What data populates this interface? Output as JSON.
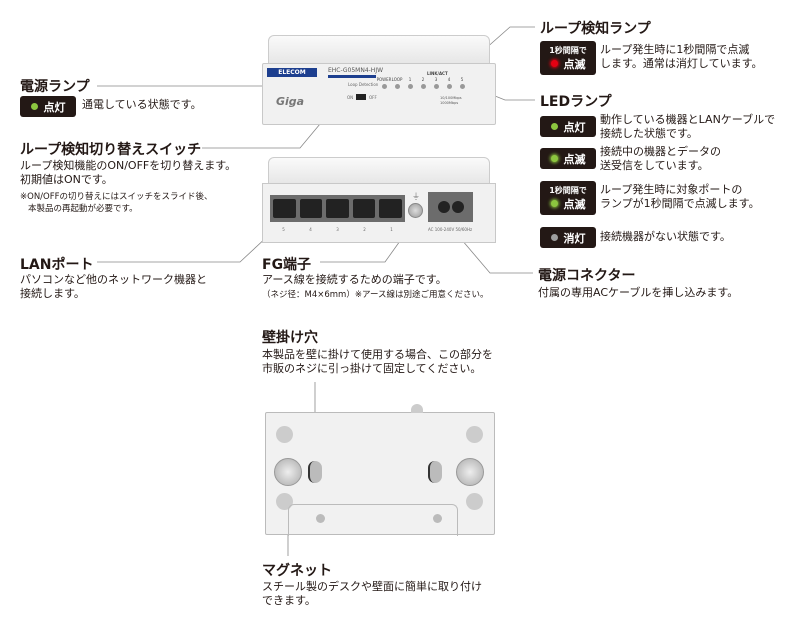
{
  "power_lamp": {
    "title": "電源ランプ",
    "badge": "点灯",
    "desc": "通電している状態です。"
  },
  "loop_switch": {
    "title": "ループ検知切り替えスイッチ",
    "desc": [
      "ループ検知機能のON/OFFを切り替えます。",
      "初期値はONです。"
    ],
    "note": [
      "※ON/OFFの切り替えにはスイッチをスライド後、",
      "本製品の再起動が必要です。"
    ]
  },
  "lan_port": {
    "title": "LANポート",
    "desc": [
      "パソコンなど他のネットワーク機器と",
      "接続します。"
    ]
  },
  "fg": {
    "title": "FG端子",
    "desc": "アース線を接続するための端子です。",
    "note": "（ネジ径：M4×6mm）※アース線は別途ご用意ください。"
  },
  "power_connector": {
    "title": "電源コネクター",
    "desc": "付属の専用ACケーブルを挿し込みます。"
  },
  "loop_lamp": {
    "title": "ループ検知ランプ",
    "badge_top": "1秒間隔で",
    "badge": "点滅",
    "desc": [
      "ループ発生時に1秒間隔で点滅",
      "します。通常は消灯しています。"
    ]
  },
  "led_lamp": {
    "title": "LEDランプ",
    "items": [
      {
        "badge_top": "",
        "badge": "点灯",
        "desc": [
          "動作している機器とLANケーブルで",
          "接続した状態です。"
        ]
      },
      {
        "badge_top": "",
        "badge": "点滅",
        "desc": [
          "接続中の機器とデータの",
          "送受信をしています。"
        ]
      },
      {
        "badge_top": "1秒間隔で",
        "badge": "点滅",
        "desc": [
          "ループ発生時に対象ポートの",
          "ランプが1秒間隔で点滅します。"
        ]
      },
      {
        "badge_top": "",
        "badge": "消灯",
        "desc": [
          "接続機器がない状態です。"
        ]
      }
    ]
  },
  "wall_hole": {
    "title": "壁掛け穴",
    "desc": [
      "本製品を壁に掛けて使用する場合、この部分を",
      "市販のネジに引っ掛けて固定してください。"
    ]
  },
  "magnet": {
    "title": "マグネット",
    "desc": [
      "スチール製のデスクや壁面に簡単に取り付け",
      "できます。"
    ]
  },
  "device": {
    "brand": "ELECOM",
    "model": "EHC-G05MN4-HJW",
    "logo": "Giga",
    "leds": [
      "POWER",
      "LOOP",
      "1",
      "2",
      "3",
      "4",
      "5"
    ],
    "link_label": "LINK/ACT",
    "switch_label": "Loop Detection",
    "switch_on": "ON",
    "switch_off": "OFF",
    "speed1": "10/100Mbps",
    "speed2": "1000Mbps",
    "ports": [
      "5",
      "4",
      "3",
      "2",
      "1"
    ],
    "ac_label": "AC 100-240V  50/60Hz"
  },
  "colors": {
    "green": "#8cc63f",
    "red": "#e60012",
    "gray": "#9e9e9e",
    "badge": "#231815"
  }
}
